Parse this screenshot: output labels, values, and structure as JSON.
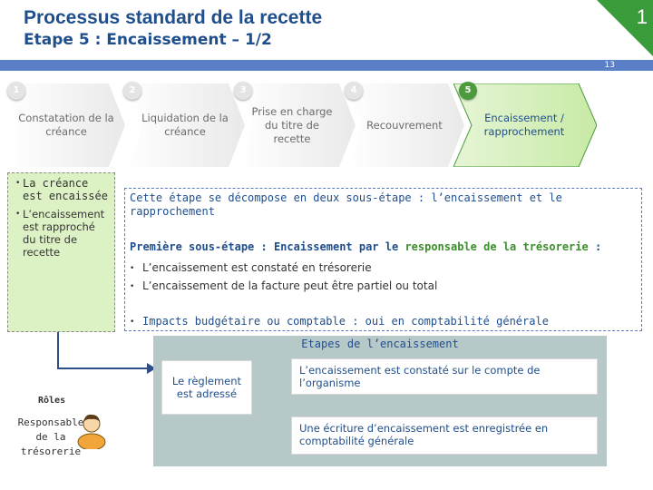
{
  "header": {
    "title": "Processus standard de la recette",
    "subtitle": "Etape 5 : Encaissement – 1/2",
    "section_number": "1",
    "page_number": "13"
  },
  "steps": [
    {
      "number": "1",
      "label": "Constatation de la créance",
      "active": false
    },
    {
      "number": "2",
      "label": "Liquidation de la créance",
      "active": false
    },
    {
      "number": "3",
      "label": "Prise en charge du titre de recette",
      "active": false
    },
    {
      "number": "4",
      "label": "Recouvrement",
      "active": false
    },
    {
      "number": "5",
      "label": "Encaissement / rapprochement",
      "active": true
    }
  ],
  "left_panel": {
    "bullets": [
      "La créance est encaissée",
      "L’encaissement est rapproché du titre de recette"
    ]
  },
  "main": {
    "intro": "Cette étape se décompose en deux sous-étape : l’encaissement et le rapprochement",
    "sub_step_prefix": "Première sous-étape : Encaissement par le ",
    "sub_step_highlight": "responsable de la trésorerie",
    "sub_step_suffix": " :",
    "items": [
      "L’encaissement est constaté en trésorerie",
      "L’encaissement de la facture peut être partiel ou total"
    ],
    "impacts": "Impacts budgétaire ou comptable : oui en comptabilité générale"
  },
  "etapes": {
    "title": "Etapes de l’encaissement",
    "trigger": "Le règlement est adressé",
    "steps": [
      "L’encaissement est constaté sur le compte de l’organisme",
      "Une écriture d’encaissement est enregistrée en comptabilité générale"
    ]
  },
  "roles": {
    "title": "Rôles",
    "role": "Responsable de la trésorerie",
    "icon": "user-icon"
  },
  "colors": {
    "brand_blue": "#1f4e8c",
    "bar_blue": "#5a7fc7",
    "accent_green": "#4b9a3c",
    "highlight_green": "#3a8f2a",
    "panel_green": "#ddf2c4",
    "panel_grey": "#b7c8c9"
  }
}
